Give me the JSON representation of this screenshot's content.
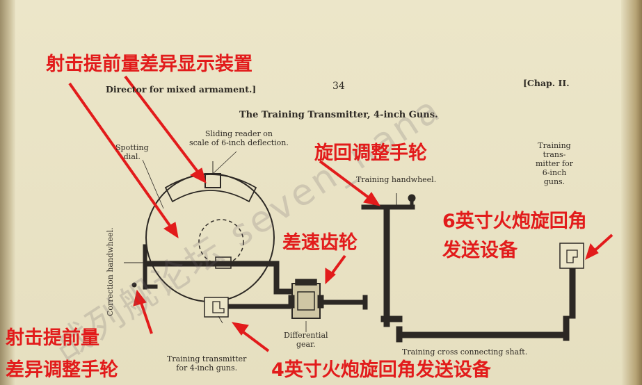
{
  "page": {
    "header_left": "Director for mixed armament.]",
    "page_number": "34",
    "header_right": "[Chap. II.",
    "title": "The Training Transmitter, 4-inch Guns."
  },
  "labels": {
    "sliding_reader": "Sliding reader on\nscale of 6-inch deflection.",
    "spotting_dial": "Spotting\ndial.",
    "training_handwheel": "Training handwheel.",
    "correction_handwheel": "Correction handwheel.",
    "training_transmitter_6": "Training\ntrans-\nmitter for\n6-inch\nguns.",
    "differential_gear": "Differential\ngear.",
    "training_transmitter_4": "Training transmitter\nfor 4-inch guns.",
    "cross_shaft": "Training cross connecting shaft."
  },
  "annotations": {
    "deflection_display": "射击提前量差异显示装置",
    "training_handwheel_zh": "旋回调整手轮",
    "transmitter_6_zh_line1": "6英寸火炮旋回角",
    "transmitter_6_zh_line2": "发送设备",
    "differential_zh": "差速齿轮",
    "correction_zh_line1": "射击提前量",
    "correction_zh_line2": "差异调整手轮",
    "transmitter_4_zh": "4英寸火炮旋回角发送设备"
  },
  "watermark": "战列舰论坛 seven_nana",
  "colors": {
    "paper": "#e9e3c6",
    "ink": "#2e2a24",
    "annotation": "#e21b1b"
  }
}
